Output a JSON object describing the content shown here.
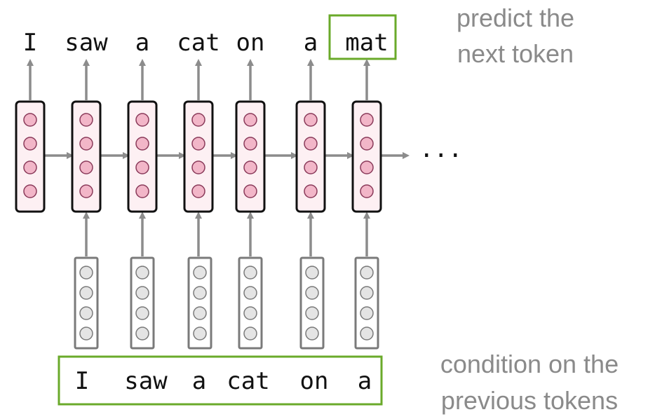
{
  "output_tokens": [
    "I",
    "saw",
    "a",
    "cat",
    "on",
    "a",
    "mat"
  ],
  "input_tokens": [
    "I",
    "saw",
    "a",
    "cat",
    "on",
    "a"
  ],
  "continuation": "...",
  "annotations": {
    "top_line1": "predict the",
    "top_line2": "next token",
    "bottom_line1": "condition on the",
    "bottom_line2": "previous tokens"
  },
  "colors": {
    "highlight_box": "#6aaa2a",
    "hidden_fill": "#fdf0f3",
    "hidden_neuron": "#f2b6c8",
    "hidden_neuron_stroke": "#8a3a5a",
    "embed_neuron": "#e4e4e4",
    "arrow": "#8c8c8c",
    "text_gray": "#8a8a8a"
  }
}
